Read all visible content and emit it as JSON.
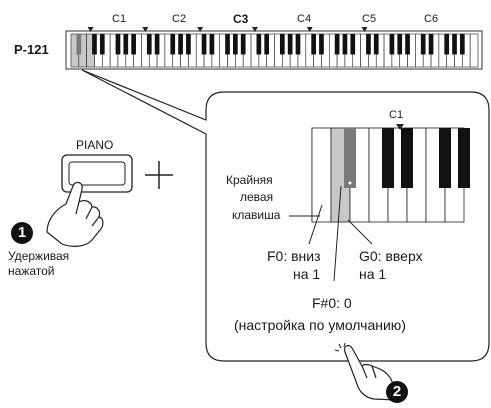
{
  "keyboard": {
    "model": "P-121",
    "octave_labels": [
      "C1",
      "C2",
      "C3",
      "C4",
      "C5",
      "C6"
    ],
    "highlighted_octave": "C3",
    "highlight_color": "#c8c8c8",
    "highlight_dark_color": "#7a7a7a"
  },
  "step1": {
    "button_label": "PIANO",
    "action_text_line1": "Удерживая",
    "action_text_line2": "нажатой",
    "step_number": "1"
  },
  "plus_symbol": "+",
  "callout": {
    "octave_label": "C1",
    "edge_key_line1": "Крайняя",
    "edge_key_line2": "левая",
    "edge_key_line3": "клавиша",
    "f0_line1": "F0: вниз",
    "f0_line2": "на 1",
    "g0_line1": "G0: вверх",
    "g0_line2": "на 1",
    "fsharp_line1": "F#0: 0",
    "fsharp_line2": "(настройка по умолчанию)",
    "step_number": "2"
  }
}
